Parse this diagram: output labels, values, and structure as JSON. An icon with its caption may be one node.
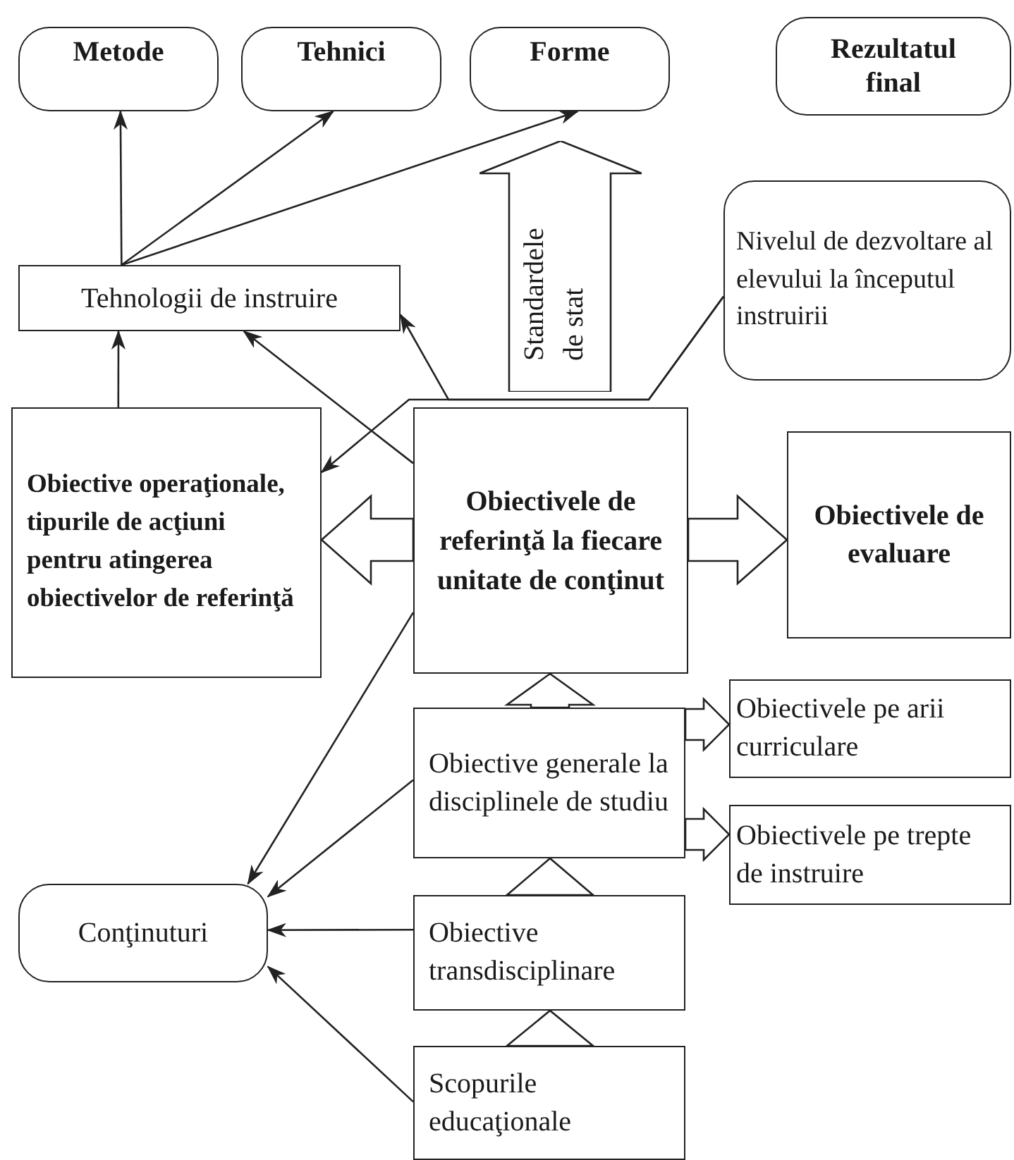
{
  "diagram": {
    "nodes": [
      {
        "text": [
          "Metode"
        ]
      },
      {
        "text": [
          "Tehnici"
        ]
      },
      {
        "text": [
          "Forme"
        ]
      },
      {
        "text": [
          "Rezultatul final"
        ]
      },
      {
        "text": [
          "Tehnologii de instruire"
        ]
      },
      {
        "text": [
          "Standardele de stat"
        ]
      },
      {
        "text": [
          "Nivelul de dezvoltare al elevului la începutul instruirii"
        ]
      },
      {
        "text": [
          "Obiective operaţionale, tipurile de acţiuni pentru atingerea obiectivelor de referinţă"
        ]
      },
      {
        "text": [
          "Obiectivele de referinţă la fiecare unitate de conţinut"
        ]
      },
      {
        "text": [
          "Obiectivele de evaluare"
        ]
      },
      {
        "text": [
          "Obiective generale la disciplinele de studiu"
        ]
      },
      {
        "text": [
          "Obiectivele pe arii curriculare"
        ]
      },
      {
        "text": [
          "Obiectivele pe trepte de instruire"
        ]
      },
      {
        "text": [
          "Conţinuturi"
        ]
      },
      {
        "text": [
          "Obiective transdisciplinare"
        ]
      },
      {
        "text": [
          "Scopurile educaţionale"
        ]
      }
    ],
    "edges": [
      {
        "from": 4,
        "to": 0,
        "arrow": "to"
      },
      {
        "from": 4,
        "to": 1,
        "arrow": "to"
      },
      {
        "from": 4,
        "to": 2,
        "arrow": "to"
      },
      {
        "from": 6,
        "to": 4,
        "arrow": "to"
      },
      {
        "from": 6,
        "to": 7,
        "arrow": "to"
      },
      {
        "from": 8,
        "to": 4,
        "arrow": "to"
      },
      {
        "from": 7,
        "to": 4,
        "arrow": "to"
      },
      {
        "from": 8,
        "to": 7,
        "arrow": "to",
        "style": "thick"
      },
      {
        "from": 8,
        "to": 9,
        "arrow": "to",
        "style": "thick"
      },
      {
        "from": 10,
        "to": 8,
        "arrow": "to",
        "style": "thick"
      },
      {
        "from": 10,
        "to": 11,
        "arrow": "to",
        "style": "thick"
      },
      {
        "from": 10,
        "to": 12,
        "arrow": "to",
        "style": "thick"
      },
      {
        "from": 14,
        "to": 10,
        "arrow": "to",
        "style": "thick"
      },
      {
        "from": 15,
        "to": 14,
        "arrow": "to",
        "style": "thick"
      },
      {
        "from": 8,
        "to": 13,
        "arrow": "to"
      },
      {
        "from": 10,
        "to": 13,
        "arrow": "to"
      },
      {
        "from": 14,
        "to": 13,
        "arrow": "to"
      },
      {
        "from": 15,
        "to": 13,
        "arrow": "to"
      }
    ]
  }
}
